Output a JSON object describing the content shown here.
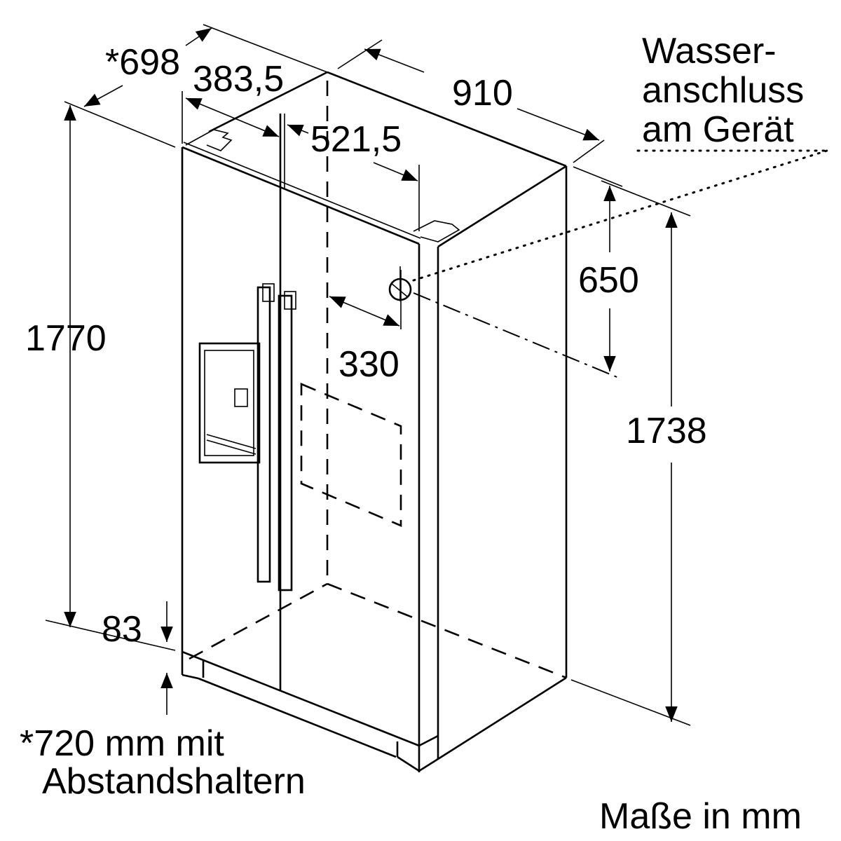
{
  "dimensions": {
    "depth_with_spacers": "*698",
    "left_door_width": "383,5",
    "right_door_width": "521,5",
    "width": "910",
    "height": "1770",
    "height_body": "1738",
    "water_connection_height": "650",
    "water_connection_offset": "330",
    "plinth_height": "83"
  },
  "labels": {
    "water_line1": "Wasser-",
    "water_line2": "anschluss",
    "water_line3": "am Gerät",
    "note_line1": "*720 mm mit",
    "note_line2": "Abstandshaltern",
    "units": "Maße in mm"
  }
}
